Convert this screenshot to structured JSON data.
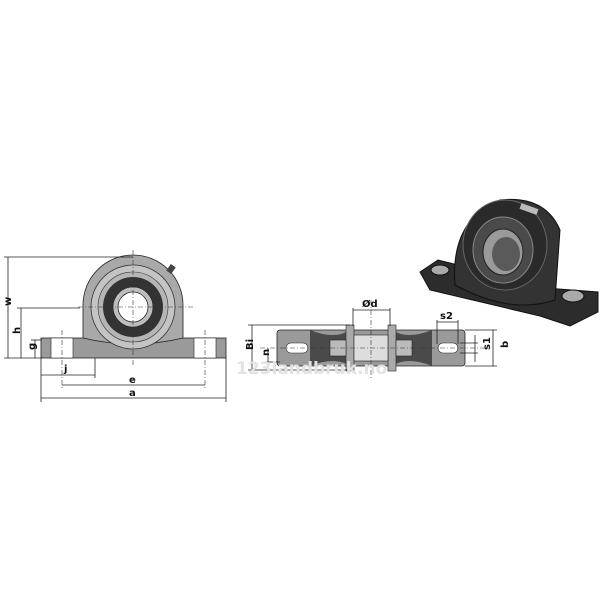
{
  "front_view": {
    "labels": {
      "w": "w",
      "h": "h",
      "g": "g",
      "j": "j",
      "e": "e",
      "a": "a"
    }
  },
  "side_view": {
    "labels": {
      "d": "Ød",
      "s2": "s2",
      "bi": "Bi",
      "n": "n",
      "s1": "s1",
      "b": "b"
    }
  },
  "watermark": "123landbruk.no",
  "colors": {
    "housing": "#a9a9a9",
    "bearing_dark": "#3a3a3a",
    "body_3d": "#2c2c2c",
    "line": "#222222"
  }
}
